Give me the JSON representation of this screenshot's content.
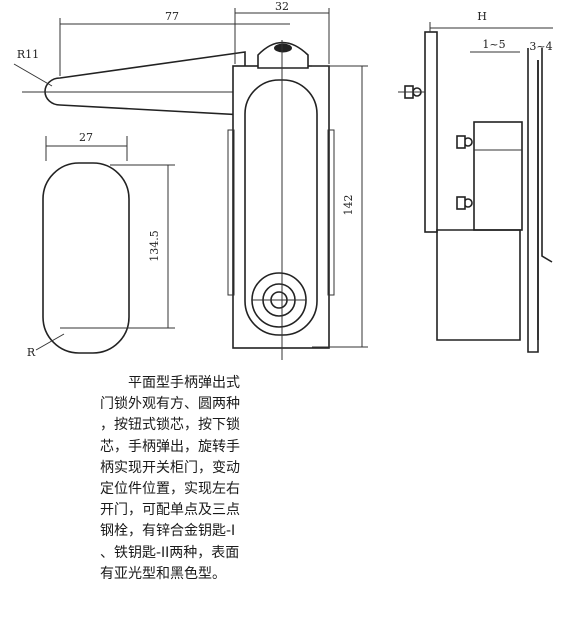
{
  "dimensions": {
    "width_77": "77",
    "width_32": "32",
    "radius_r11": "R11",
    "width_27": "27",
    "height_134_5": "134.5",
    "height_142": "142",
    "radius_r": "R",
    "depth_h": "H",
    "offset_1_5": "1~5",
    "thickness_3_4": "3~4"
  },
  "description": {
    "lines": [
      "平面型手柄弹出式",
      "门锁外观有方、圆两种",
      "，按钮式锁芯，按下锁",
      "芯，手柄弹出，旋转手",
      "柄实现开关柜门，变动",
      "定位件位置，实现左右",
      "开门，可配单点及三点",
      "钢栓，有锌合金钥匙-I",
      "、铁钥匙-II两种，表面",
      "有亚光型和黑色型。"
    ]
  }
}
